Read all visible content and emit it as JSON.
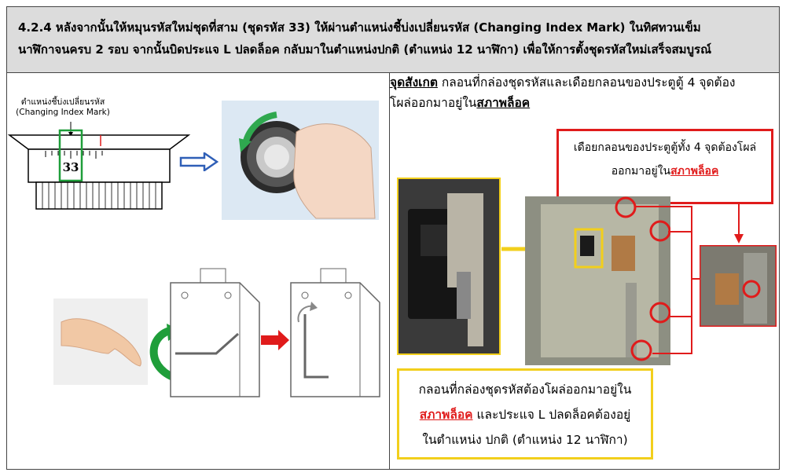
{
  "header": {
    "line1": "4.2.4 หลังจากนั้นให้หมุนรหัสใหม่ชุดที่สาม (ชุดรหัส 33) ให้ผ่านตำแหน่งชี้บ่งเปลี่ยนรหัส (Changing Index Mark) ในทิศทวนเข็ม",
    "line2": "นาฬิกาจนครบ 2 รอบ จากนั้นบิดประแจ L ปลดล็อค กลับมาในตำแหน่งปกติ (ตำแหน่ง 12 นาฬิกา) เพื่อให้การตั้งชุดรหัสใหม่เสร็จสมบูรณ์"
  },
  "diagram": {
    "index_label_th": "ตำแหน่งชี้บ่งเปลี่ยนรหัส",
    "index_label_en": "(Changing Index Mark)",
    "dial_number": "33"
  },
  "note": {
    "heading": "จุดสังเกต",
    "text_a": " กลอนที่กล่องชุดรหัสและเดือยกลอนของประตูตู้ 4 จุดต้อง",
    "text_b": "โผล่ออกมาอยู่ใน",
    "locked": "สภาพล็อค"
  },
  "callout": {
    "line1": "เดือยกลอนของประตูตู้ทั้ง 4 จุดต้องโผล่",
    "line2": "ออกมาอยู่ใน",
    "locked": "สภาพล็อค"
  },
  "summary": {
    "line1": "กลอนที่กล่องชุดรหัสต้องโผล่ออกมาอยู่ใน",
    "locked": "สภาพล็อค",
    "line2_rest": " และประแจ L ปลดล็อคต้องอยู่",
    "line3": "ในตำแหน่ง ปกติ (ตำแหน่ง 12 นาฬิกา)"
  },
  "colors": {
    "red": "#e01b1b",
    "yellow": "#f2cf1c",
    "green": "#1f9e3a",
    "blue": "#2f5fb7"
  },
  "icons": [
    "dial-diagram",
    "hand-dial-photo",
    "hand-icon",
    "lockbox-before",
    "lockbox-after",
    "lock-closeup-photo",
    "safe-interior-photo",
    "bolt-closeup-photo"
  ]
}
